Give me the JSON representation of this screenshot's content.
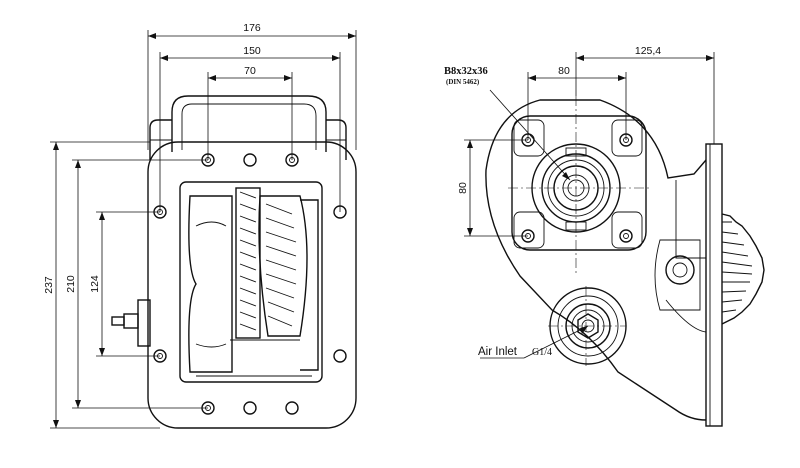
{
  "front_view": {
    "dims": {
      "overall_width": "176",
      "flange_width": "150",
      "bolt_spacing_top": "70",
      "overall_height": "237",
      "flange_height": "210",
      "bolt_spacing_side": "124"
    }
  },
  "side_view": {
    "dims": {
      "bolt_spacing_h": "80",
      "shaft_offset": "125,4",
      "bolt_spacing_v": "80"
    },
    "shaft_spec": "B8x32x36",
    "shaft_standard": "(DIN 5462)",
    "air_inlet_label": "Air Inlet",
    "air_inlet_thread": "G1/4"
  },
  "colors": {
    "line": "#111111",
    "background": "#ffffff"
  }
}
